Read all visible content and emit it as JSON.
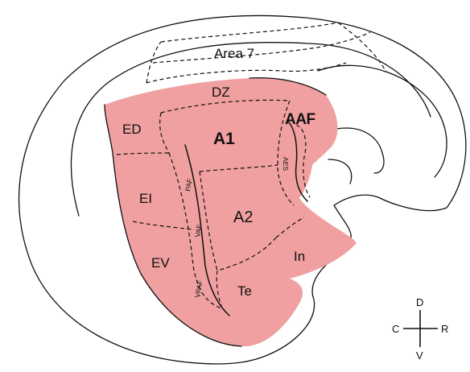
{
  "colors": {
    "auditory_cortex_fill": "#f0a0a0",
    "line": "#111111",
    "background": "#ffffff"
  },
  "regions": {
    "area7": "Area 7",
    "dz": "DZ",
    "a1": "A1",
    "aaf": "AAF",
    "ed": "ED",
    "ei": "EI",
    "ev": "EV",
    "a2": "A2",
    "in": "In",
    "te": "Te"
  },
  "sulci": {
    "aes": "AES",
    "paf": "PAF",
    "vaf": "VAF",
    "vpaf": "VPAF"
  },
  "compass": {
    "dorsal": "D",
    "ventral": "V",
    "caudal": "C",
    "rostral": "R"
  }
}
